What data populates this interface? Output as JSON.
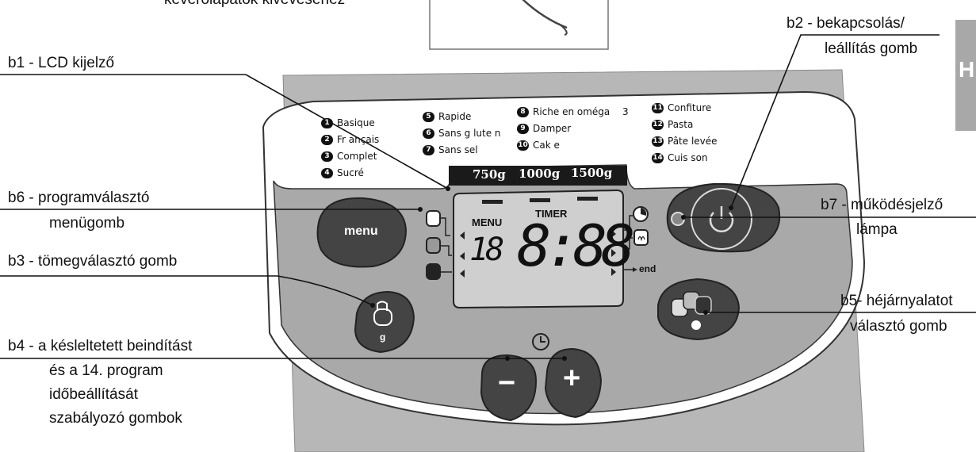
{
  "top_caption": "keverőlapátok kivevéséhez",
  "callouts": {
    "b1": "b1 - LCD kijelző",
    "b2_line1": "b2 - bekapcsolás/",
    "b2_line2": "leállítás gomb",
    "b6_line1": "b6 - programválasztó",
    "b6_line2": "menügomb",
    "b3": "b3 - tömegválasztó gomb",
    "b4_line1": "b4 - a késleltetett beindítást",
    "b4_line2": "és a 14. program",
    "b4_line3": "időbeállítását",
    "b4_line4": "szabályozó gombok",
    "b7_line1": "b7 - működésjelző",
    "b7_line2": "lámpa",
    "b5_line1": "b5- héjárnyalatot",
    "b5_line2": "választó gomb"
  },
  "side_tab_letter": "H",
  "programs": [
    {
      "n": "1",
      "name": "Basique"
    },
    {
      "n": "2",
      "name": "Fr ançais"
    },
    {
      "n": "3",
      "name": "Complet"
    },
    {
      "n": "4",
      "name": "Sucré"
    },
    {
      "n": "5",
      "name": "Rapide"
    },
    {
      "n": "6",
      "name": "Sans g lute n"
    },
    {
      "n": "7",
      "name": "Sans sel"
    },
    {
      "n": "8",
      "name": "Riche en oméga"
    },
    {
      "n": "9",
      "name": "Damper"
    },
    {
      "n": "10",
      "name": "Cak e"
    },
    {
      "n": "11",
      "name": "Confiture"
    },
    {
      "n": "12",
      "name": "Pasta"
    },
    {
      "n": "13",
      "name": "Pâte levée"
    },
    {
      "n": "14",
      "name": "Cuis son"
    }
  ],
  "omega_number": "3",
  "weights": [
    "750g",
    "1000g",
    "1500g"
  ],
  "lcd": {
    "menu_label": "MENU",
    "timer_label": "TIMER",
    "program_digits": "18",
    "time_digits": "8:88",
    "end_label": "end"
  },
  "buttons": {
    "menu_label": "menu",
    "weight_unit": "g",
    "minus": "−",
    "plus": "+"
  }
}
